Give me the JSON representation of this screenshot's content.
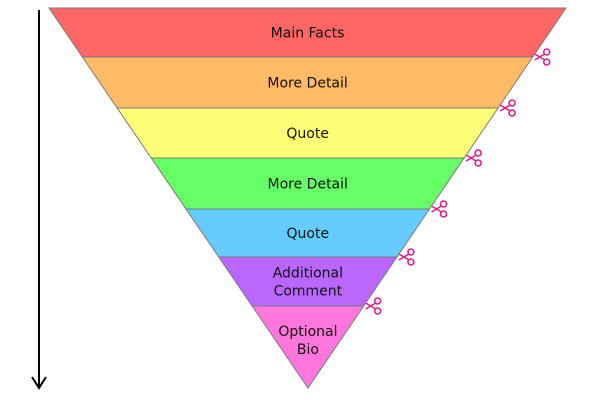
{
  "diagram": {
    "type": "inverted-pyramid",
    "tiers": [
      {
        "lines": [
          "Main Facts"
        ],
        "color": "#ff6666"
      },
      {
        "lines": [
          "More Detail"
        ],
        "color": "#ffbb66"
      },
      {
        "lines": [
          "Quote"
        ],
        "color": "#ffff77"
      },
      {
        "lines": [
          "More Detail"
        ],
        "color": "#66ff66"
      },
      {
        "lines": [
          "Quote"
        ],
        "color": "#66ccff"
      },
      {
        "lines": [
          "Additional",
          "Comment"
        ],
        "color": "#bb66ff"
      },
      {
        "lines": [
          "Optional",
          "Bio"
        ],
        "color": "#ff77dd"
      }
    ],
    "cut_marker_icon": "scissors-icon",
    "cut_marker_color": "#e0218a",
    "arrow_direction": "down"
  }
}
